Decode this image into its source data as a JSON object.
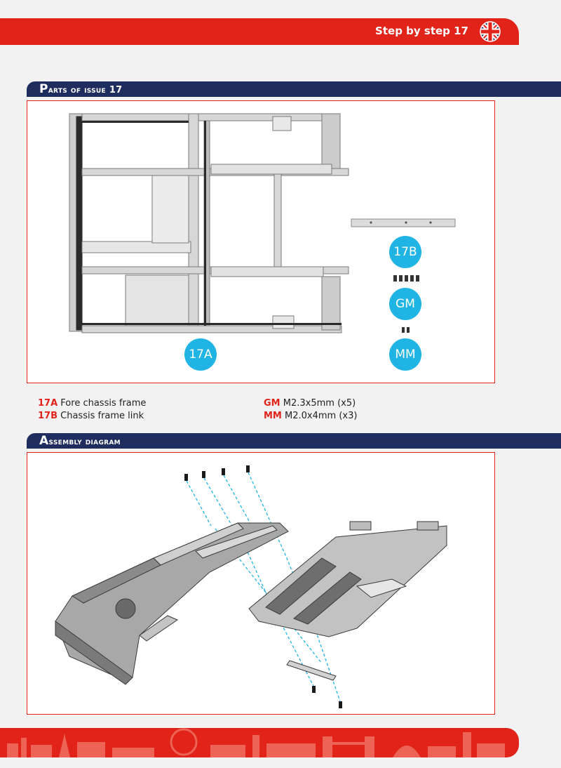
{
  "header": {
    "title": "Step by step 17",
    "flag_icon": "uk-flag-icon"
  },
  "colors": {
    "accent_red": "#e2231a",
    "navy": "#1e2c5e",
    "badge_blue": "#1fb4e3"
  },
  "parts_section": {
    "title_cap": "P",
    "title_rest": "arts of issue 17"
  },
  "parts": {
    "badge_17a": "17A",
    "badge_17b": "17B",
    "badge_gm": "GM",
    "badge_mm": "MM"
  },
  "legend": [
    {
      "code": "17A",
      "text": "Fore chassis frame"
    },
    {
      "code": "17B",
      "text": "Chassis frame link"
    },
    {
      "code": "GM",
      "text": "M2.3x5mm (x5)"
    },
    {
      "code": "MM",
      "text": "M2.0x4mm (x3)"
    }
  ],
  "assembly_section": {
    "title_cap": "A",
    "title_rest": "ssembly diagram"
  }
}
